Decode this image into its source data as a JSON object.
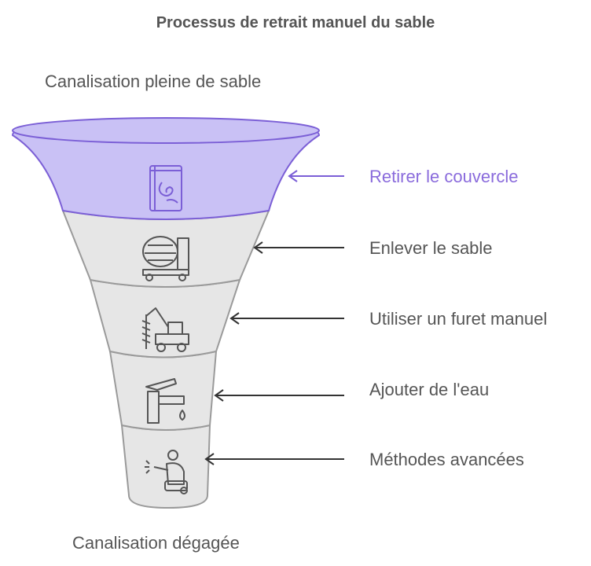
{
  "title": "Processus de retrait manuel du sable",
  "top_label": "Canalisation pleine de sable",
  "bottom_label": "Canalisation dégagée",
  "steps": [
    {
      "label": "Retirer le couvercle",
      "icon": "book-icon",
      "highlighted": true
    },
    {
      "label": "Enlever le sable",
      "icon": "cement-mixer-icon",
      "highlighted": false
    },
    {
      "label": "Utiliser un furet manuel",
      "icon": "drill-machine-icon",
      "highlighted": false
    },
    {
      "label": "Ajouter de l'eau",
      "icon": "faucet-icon",
      "highlighted": false
    },
    {
      "label": "Méthodes avancées",
      "icon": "worker-icon",
      "highlighted": false
    }
  ],
  "colors": {
    "highlight_fill": "#c9c1f5",
    "highlight_stroke": "#7b5fd6",
    "highlight_text": "#8a6bdc",
    "segment_fill": "#e6e6e6",
    "segment_stroke": "#9a9a9a",
    "text": "#555555"
  }
}
